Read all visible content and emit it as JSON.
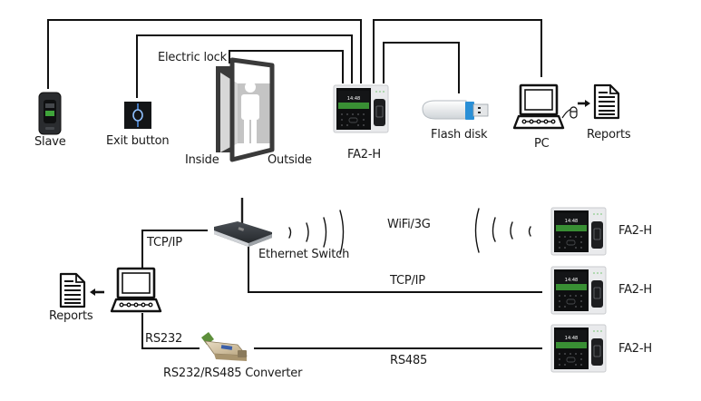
{
  "top_section": {
    "slave_label": "Slave",
    "exit_button_label": "Exit button",
    "electric_lock_label": "Electric lock",
    "inside_label": "Inside",
    "outside_label": "Outside",
    "terminal_label": "FA2-H",
    "flash_disk_label": "Flash disk",
    "pc_label": "PC",
    "reports_label": "Reports"
  },
  "bottom_section": {
    "tcpip_pc_label": "TCP/IP",
    "ethernet_switch_label": "Ethernet Switch",
    "wifi_label": "WiFi/3G",
    "tcpip_line_label": "TCP/IP",
    "rs232_label": "RS232",
    "rs485_label": "RS485",
    "converter_label": "RS232/RS485 Converter",
    "reports_label": "Reports",
    "terminals": [
      {
        "label": "FA2-H",
        "link": "WiFi/3G"
      },
      {
        "label": "FA2-H",
        "link": "TCP/IP"
      },
      {
        "label": "FA2-H",
        "link": "RS485"
      }
    ]
  },
  "colors": {
    "line": "#111111",
    "usb_blue": "#2a8fd6",
    "exit_glow": "#5aa0ff",
    "screen_green": "#3fa43a",
    "door_frame": "#3a3a3a"
  }
}
